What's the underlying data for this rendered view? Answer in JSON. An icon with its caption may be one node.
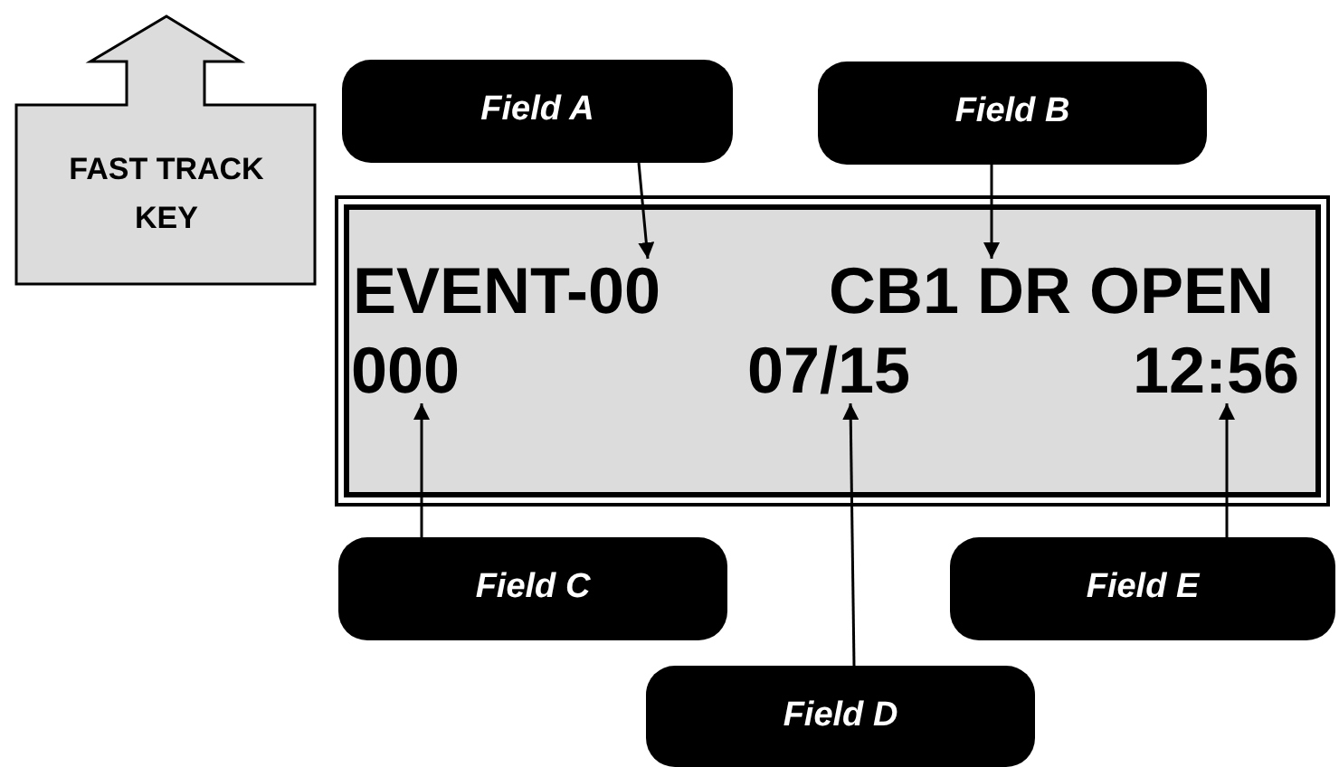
{
  "diagram": {
    "nodes": [
      {
        "text": [
          "FAST TRACK KEY"
        ]
      },
      {
        "text": [],
        "shape": "box"
      },
      {
        "text": [
          "EVENT-00"
        ],
        "in": 1
      },
      {
        "text": [
          "CB1 DR OPEN"
        ],
        "in": 1
      },
      {
        "text": [
          "000"
        ],
        "in": 1
      },
      {
        "text": [
          "07/15"
        ],
        "in": 1
      },
      {
        "text": [
          "12:56"
        ],
        "in": 1
      },
      {
        "text": [
          "Field A"
        ]
      },
      {
        "text": [
          "Field B"
        ]
      },
      {
        "text": [
          "Field C"
        ]
      },
      {
        "text": [
          "Field E"
        ]
      },
      {
        "text": [
          "Field D"
        ]
      }
    ],
    "edges": [
      {
        "from": 7,
        "to": 2,
        "arrow": "to"
      },
      {
        "from": 8,
        "to": 3,
        "arrow": "to"
      },
      {
        "from": 9,
        "to": 4,
        "arrow": "to"
      },
      {
        "from": 11,
        "to": 5,
        "arrow": "to"
      },
      {
        "from": 10,
        "to": 6,
        "arrow": "to"
      }
    ]
  }
}
